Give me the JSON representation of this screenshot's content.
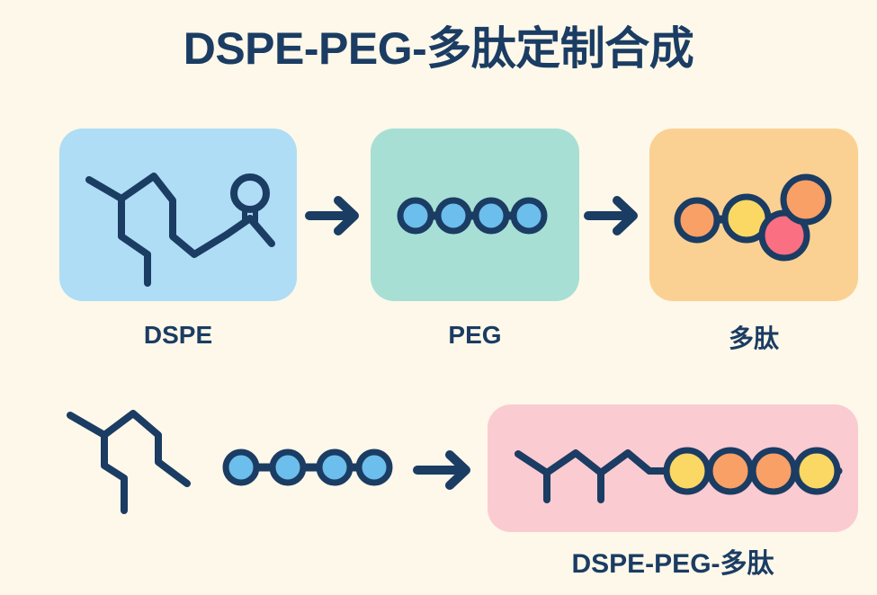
{
  "page": {
    "title": "DSPE-PEG-多肽定制合成",
    "background_color": "#FDF8E9",
    "ink_color": "#1B3C63"
  },
  "top_row": {
    "cards": [
      {
        "id": "dspe",
        "label": "DSPE",
        "background_color": "#AEDDF5",
        "icon_name": "lipid-chain-molecule-icon",
        "description": "branched lipid hydrocarbon chain with terminal carbonyl circle"
      },
      {
        "id": "peg",
        "label": "PEG",
        "background_color": "#A7DFD5",
        "icon_name": "peg-bead-chain-icon",
        "bead_count": 4,
        "bead_colors": [
          "#6CBEEC",
          "#6CBEEC",
          "#6CBEEC",
          "#6CBEEC"
        ]
      },
      {
        "id": "peptide",
        "label": "多肽",
        "background_color": "#FAD193",
        "icon_name": "peptide-residue-cluster-icon",
        "bead_count": 4,
        "bead_colors": [
          "#F9A066",
          "#FBD863",
          "#FA6F81",
          "#F9A066"
        ]
      }
    ],
    "arrows": [
      {
        "id": "arrow-1",
        "name": "right-arrow-icon",
        "color": "#1B3C63"
      },
      {
        "id": "arrow-2",
        "name": "right-arrow-icon",
        "color": "#1B3C63"
      }
    ]
  },
  "bottom_row": {
    "lipid": {
      "id": "lipid-plain",
      "icon_name": "lipid-chain-molecule-icon",
      "color": "#1B3C63"
    },
    "peg": {
      "id": "peg-plain",
      "icon_name": "peg-bead-chain-icon",
      "bead_count": 4,
      "bead_colors": [
        "#6CBEEC",
        "#6CBEEC",
        "#6CBEEC",
        "#6CBEEC"
      ]
    },
    "arrow": {
      "id": "arrow-3",
      "name": "right-arrow-icon",
      "color": "#1B3C63"
    },
    "product": {
      "id": "product",
      "label": "DSPE-PEG-多肽",
      "background_color": "#FBCBD2",
      "icon_name": "dspe-peg-peptide-conjugate-icon",
      "bead_count": 4,
      "bead_colors": [
        "#FBD863",
        "#F9A066",
        "#F9A066",
        "#FBD863"
      ]
    }
  },
  "palette": {
    "cream": "#FDF8E9",
    "navy": "#1B3C63",
    "blue_light": "#AEDDF5",
    "blue_bead": "#6CBEEC",
    "mint": "#A7DFD5",
    "peach": "#FAD193",
    "orange_bead": "#F9A066",
    "yellow_bead": "#FBD863",
    "pink_bead": "#FA6F81",
    "pink_card": "#FBCBD2"
  }
}
